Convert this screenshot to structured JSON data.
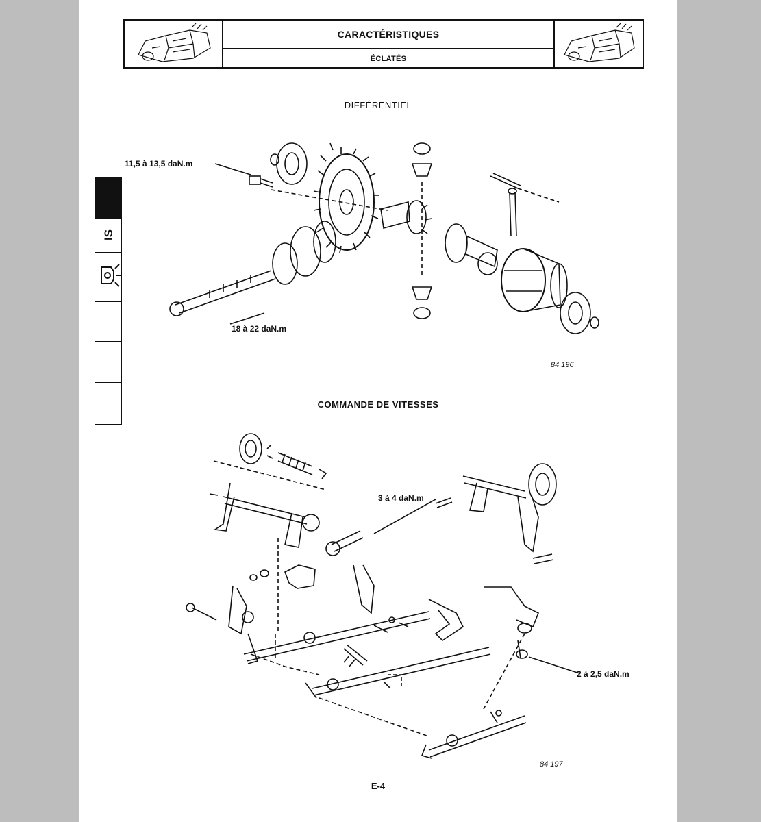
{
  "header": {
    "title": "CARACTÉRISTIQUES",
    "subtitle": "ÉCLATÉS"
  },
  "side_tab": {
    "label": "IS"
  },
  "sections": {
    "differential": {
      "title": "DIFFÉRENTIEL",
      "torque_top": "11,5 à 13,5 daN.m",
      "torque_bottom": "18 à 22 daN.m",
      "figure_ref": "84 196"
    },
    "gear_control": {
      "title": "COMMANDE DE VITESSES",
      "torque_top": "3 à 4 daN.m",
      "torque_right": "2 à 2,5 daN.m",
      "figure_ref": "84 197"
    }
  },
  "page_number": "E-4",
  "colors": {
    "ink": "#111111",
    "paper": "#ffffff",
    "margin": "#bdbdbd"
  }
}
